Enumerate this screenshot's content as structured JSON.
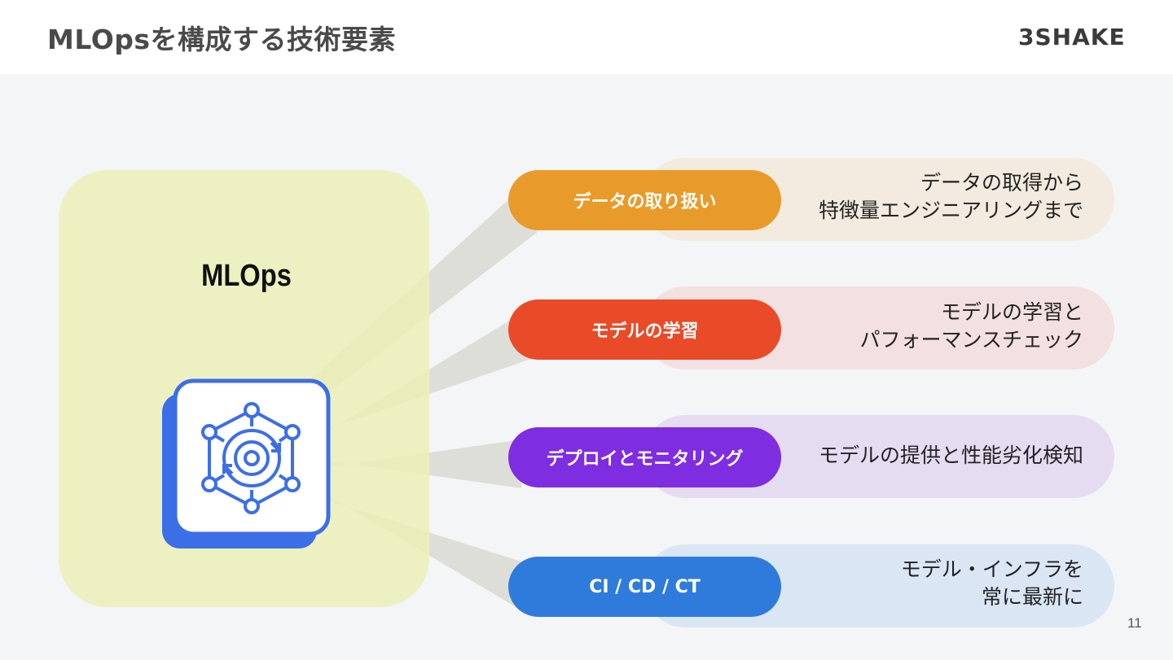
{
  "slide": {
    "title": "MLOpsを構成する技術要素",
    "logo_text": "3SHAKE",
    "page_number": "11"
  },
  "left_panel": {
    "title": "MLOps",
    "icon_name": "mlops-network-gear-icon"
  },
  "components": [
    {
      "label": "データの取り扱い",
      "desc_line1": "データの取得から",
      "desc_line2": "特徴量エンジニアリングまで",
      "label_color": "#e89b2a",
      "desc_bg": "#f3ebdf"
    },
    {
      "label": "モデルの学習",
      "desc_line1": "モデルの学習と",
      "desc_line2": "パフォーマンスチェック",
      "label_color": "#e94a27",
      "desc_bg": "#f3e0e0"
    },
    {
      "label": "デプロイとモニタリング",
      "desc_line1": "モデルの提供と性能劣化検知",
      "desc_line2": "",
      "label_color": "#7f2de0",
      "desc_bg": "#e6dcf2"
    },
    {
      "label": "CI / CD / CT",
      "desc_line1": "モデル・インフラを",
      "desc_line2": "常に最新に",
      "label_color": "#2f7bdc",
      "desc_bg": "#dbe6f5"
    }
  ]
}
